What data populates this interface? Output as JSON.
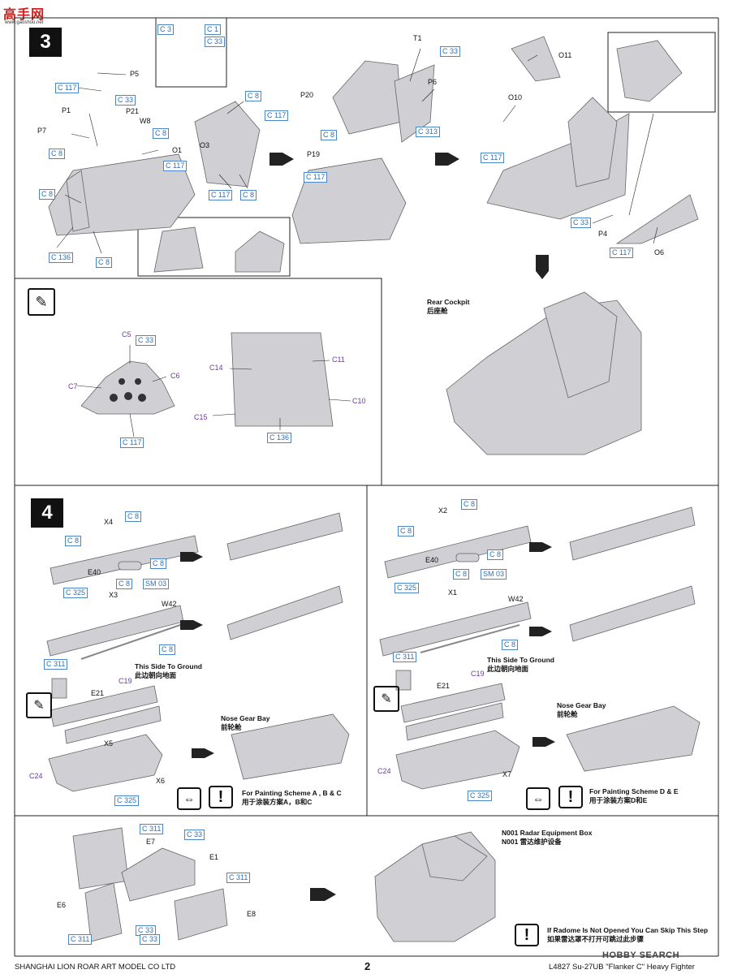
{
  "site_logo": {
    "text": "高手网",
    "sub": "www.gaoshou.net"
  },
  "watermark": "HOBBY SEARCH",
  "footer": {
    "company": "SHANGHAI LION ROAR ART MODEL CO LTD",
    "page": "2",
    "product": "L4827  Su-27UB  \"Flanker C\"  Heavy  Fighter"
  },
  "step3": {
    "number": "3",
    "inset_top": {
      "c3": "C 3",
      "c1": "C 1",
      "c33": "C 33"
    },
    "sub1": {
      "p5": "P5",
      "c117": "C 117",
      "c33": "C 33",
      "p1": "P1",
      "p21": "P21",
      "w8": "W8",
      "p7": "P7",
      "c8a": "C 8",
      "c8b": "C 8",
      "o1": "O1",
      "c117b": "C 117",
      "c8c": "C 8",
      "c136": "C 136",
      "c8d": "C 8"
    },
    "sub2": {
      "o3": "O3",
      "c8a": "C 8",
      "c117": "C 117",
      "c8b": "C 8"
    },
    "sub3": {
      "t1": "T1",
      "c33": "C 33",
      "p20": "P20",
      "c117a": "C 117",
      "p6": "P6",
      "c8": "C 8",
      "c313": "C 313",
      "p19": "P19",
      "c117b": "C 117"
    },
    "sub4": {
      "o11": "O11",
      "o10": "O10",
      "c117a": "C 117",
      "c33": "C 33",
      "p4": "P4",
      "c117b": "C 117",
      "o6": "O6"
    },
    "rear_title_en": "Rear Cockpit",
    "rear_title_cn": "后座舱",
    "paint_box": {
      "c5": "C5",
      "c33": "C 33",
      "c6": "C6",
      "c7": "C7",
      "c117": "C 117",
      "c14": "C14",
      "c11": "C11",
      "c10": "C10",
      "c15": "C15",
      "c136": "C 136"
    }
  },
  "step4": {
    "number": "4",
    "left": {
      "x4": "X4",
      "c8a": "C 8",
      "c8b": "C 8",
      "c8c": "C 8",
      "e40": "E40",
      "c8d": "C 8",
      "sm03": "SM 03",
      "c325a": "C 325",
      "x3": "X3",
      "w42": "W42",
      "c8e": "C 8",
      "c311": "C 311",
      "ground_en": "This Side To Ground",
      "ground_cn": "此边朝向地面",
      "c19": "C19",
      "e21": "E21",
      "x5": "X5",
      "c24": "C24",
      "x6": "X6",
      "c325b": "C 325",
      "bay_en": "Nose Gear Bay",
      "bay_cn": "前轮舱",
      "scheme_en": "For Painting Scheme A , B & C",
      "scheme_cn": "用于涂装方案A，B和C"
    },
    "right": {
      "x2": "X2",
      "c8a": "C 8",
      "c8b": "C 8",
      "e40": "E40",
      "c8c": "C 8",
      "c8d": "C 8",
      "sm03": "SM 03",
      "c325a": "C 325",
      "x1": "X1",
      "w42": "W42",
      "c8e": "C 8",
      "c311": "C 311",
      "ground_en": "This Side To Ground",
      "ground_cn": "此边朝向地面",
      "c19": "C19",
      "e21": "E21",
      "c24": "C24",
      "x7": "X7",
      "c325b": "C 325",
      "bay_en": "Nose Gear Bay",
      "bay_cn": "前轮舱",
      "scheme_en": "For Painting Scheme D & E",
      "scheme_cn": "用于涂装方案D和E"
    }
  },
  "step5": {
    "c311a": "C 311",
    "c33a": "C 33",
    "e7": "E7",
    "e1": "E1",
    "c311b": "C 311",
    "e6": "E6",
    "e8": "E8",
    "c33b": "C 33",
    "c33c": "C 33",
    "c311c": "C 311",
    "title_en": "N001 Radar Equipment Box",
    "title_cn": "N001 雷达维护设备",
    "skip_en": "If Radome Is Not Opened You Can Skip This Step",
    "skip_cn": "如果雷达罩不打开可跳过此步骤"
  }
}
